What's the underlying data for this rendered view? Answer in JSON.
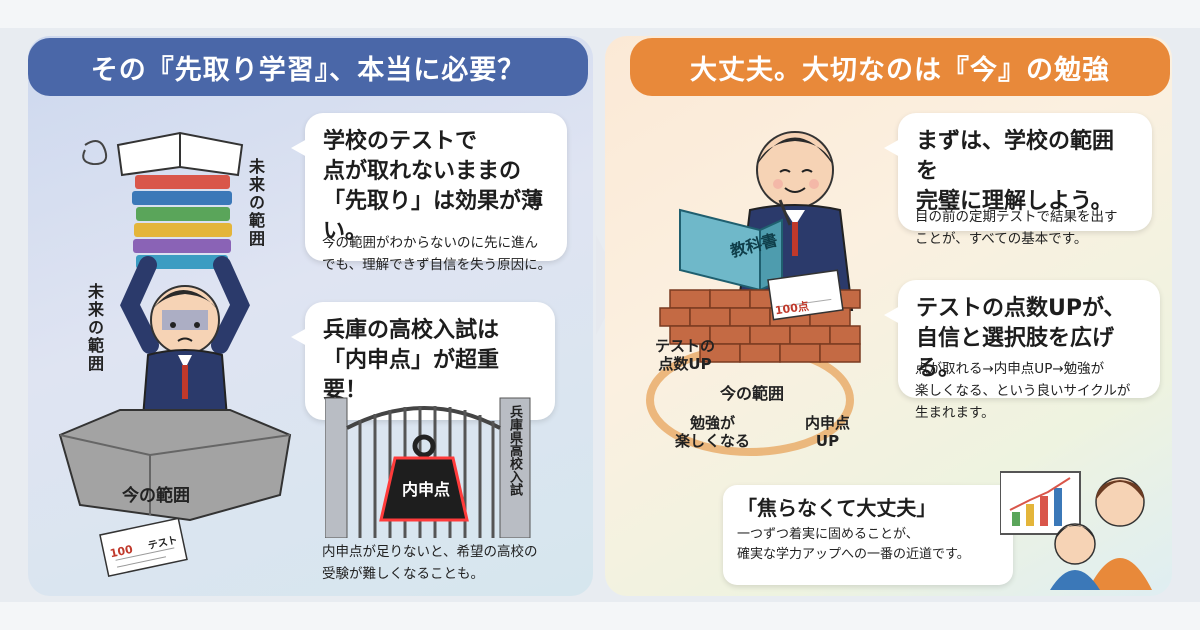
{
  "left": {
    "banner": "その『先取り学習』、本当に必要？",
    "bubble1": {
      "line1": "学校のテストで",
      "line2": "点が取れないままの",
      "line3": "「先取り」は効果が薄い。"
    },
    "note1": {
      "line1": "今の範囲がわからないのに先に進ん",
      "line2": "でも、理解できず自信を失う原因に。"
    },
    "bubble2": {
      "line1": "兵庫の高校入試は",
      "line2": "「内申点」が超重要！"
    },
    "note2": {
      "line1": "内申点が足りないと、希望の高校の",
      "line2": "受験が難しくなることも。"
    },
    "labels": {
      "future_range_books": "未来の範囲",
      "future_range_person": "未来の範囲",
      "current_range": "今の範囲",
      "weight": "内申点",
      "gate_sign": "兵庫県高校入試",
      "test_paper_score": "100",
      "test_paper_word": "テスト"
    }
  },
  "right": {
    "banner": "大丈夫。大切なのは『今』の勉強",
    "bubble1": {
      "line1": "まずは、学校の範囲を",
      "line2": "完璧に理解しよう。"
    },
    "note1": {
      "line1": "目の前の定期テストで結果を出す",
      "line2": "ことが、すべての基本です。"
    },
    "bubble2": {
      "line1": "テストの点数UPが、",
      "line2": "自信と選択肢を広げる。"
    },
    "note2": {
      "line1": "点が取れる→内申点UP→勉強が",
      "line2": "楽しくなる、という良いサイクルが",
      "line3": "生まれます。"
    },
    "quote": {
      "title": "「焦らなくて大丈夫」",
      "line1": "一つずつ着実に固めることが、",
      "line2": "確実な学力アップへの一番の近道です。"
    },
    "labels": {
      "textbook": "教科書",
      "cycle_test": {
        "line1": "テストの",
        "line2": "点数UP"
      },
      "cycle_center": "今の範囲",
      "cycle_fun": {
        "line1": "勉強が",
        "line2": "楽しくなる"
      },
      "cycle_naishin": {
        "line1": "内申点",
        "line2": "UP"
      },
      "paper_score": "100点"
    }
  },
  "colors": {
    "left_banner": "#4a67a8",
    "right_banner": "#e8893a"
  }
}
